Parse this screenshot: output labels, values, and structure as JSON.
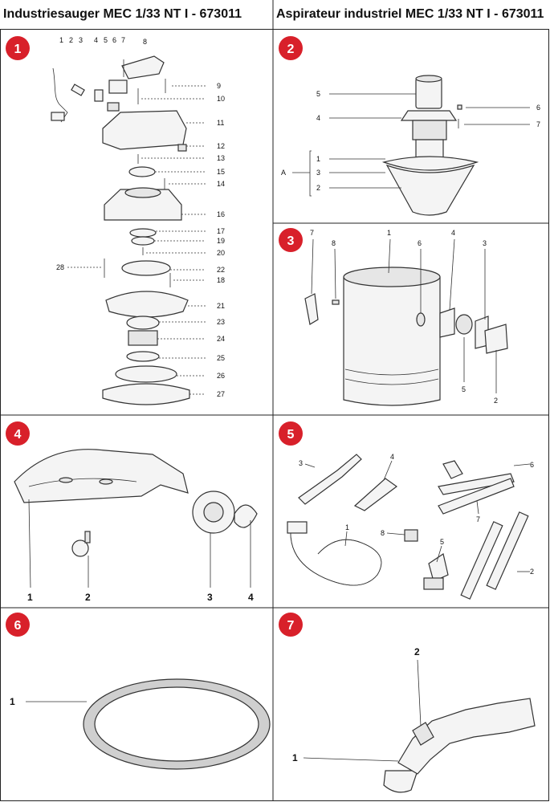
{
  "header": {
    "left_title": "Industriesauger MEC 1/33 NT I - 673011",
    "right_title": "Aspirateur industriel MEC 1/33 NT I - 673011"
  },
  "panels": [
    {
      "badge": "1",
      "labels": [
        "1",
        "2",
        "3",
        "4",
        "5",
        "6",
        "7",
        "8",
        "9",
        "10",
        "11",
        "12",
        "13",
        "15",
        "14",
        "16",
        "17",
        "19",
        "20",
        "28",
        "22",
        "18",
        "21",
        "23",
        "24",
        "25",
        "26",
        "27"
      ]
    },
    {
      "badge": "2",
      "labels": [
        "5",
        "6",
        "4",
        "7",
        "1",
        "A",
        "3",
        "2"
      ]
    },
    {
      "badge": "3",
      "labels": [
        "7",
        "8",
        "1",
        "6",
        "4",
        "3",
        "5",
        "2"
      ]
    },
    {
      "badge": "4",
      "labels": [
        "1",
        "2",
        "3",
        "4"
      ]
    },
    {
      "badge": "5",
      "labels": [
        "3",
        "4",
        "6",
        "7",
        "1",
        "8",
        "5",
        "2"
      ]
    },
    {
      "badge": "6",
      "labels": [
        "1"
      ]
    },
    {
      "badge": "7",
      "labels": [
        "2",
        "1"
      ]
    }
  ],
  "colors": {
    "badge": "#d8202a",
    "line": "#222222"
  }
}
